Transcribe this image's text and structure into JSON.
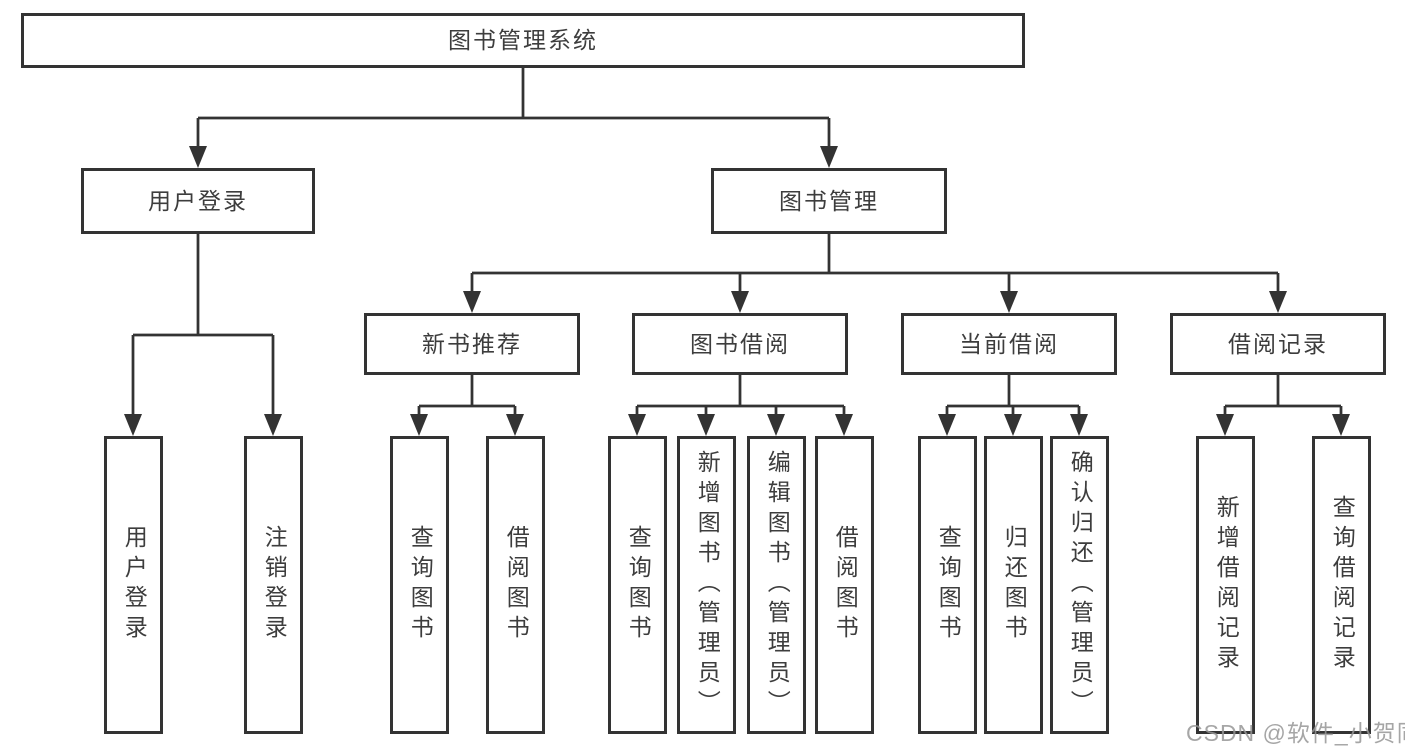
{
  "tree": {
    "label": "图书管理系统",
    "children": [
      {
        "label": "用户登录",
        "children": [
          {
            "label": "用户登录"
          },
          {
            "label": "注销登录"
          }
        ]
      },
      {
        "label": "图书管理",
        "children": [
          {
            "label": "新书推荐",
            "children": [
              {
                "label": "查询图书"
              },
              {
                "label": "借阅图书"
              }
            ]
          },
          {
            "label": "图书借阅",
            "children": [
              {
                "label": "查询图书"
              },
              {
                "label": "新增图书（管理员）"
              },
              {
                "label": "编辑图书（管理员）"
              },
              {
                "label": "借阅图书"
              }
            ]
          },
          {
            "label": "当前借阅",
            "children": [
              {
                "label": "查询图书"
              },
              {
                "label": "归还图书"
              },
              {
                "label": "确认归还（管理员）"
              }
            ]
          },
          {
            "label": "借阅记录",
            "children": [
              {
                "label": "新增借阅记录"
              },
              {
                "label": "查询借阅记录"
              }
            ]
          }
        ]
      }
    ]
  },
  "watermark": "CSDN @软件_小贺同学",
  "colors": {
    "line": "#333333",
    "box_border": "#333333",
    "text": "#3d3d3d",
    "watermark": "#969696",
    "background": "#ffffff"
  }
}
